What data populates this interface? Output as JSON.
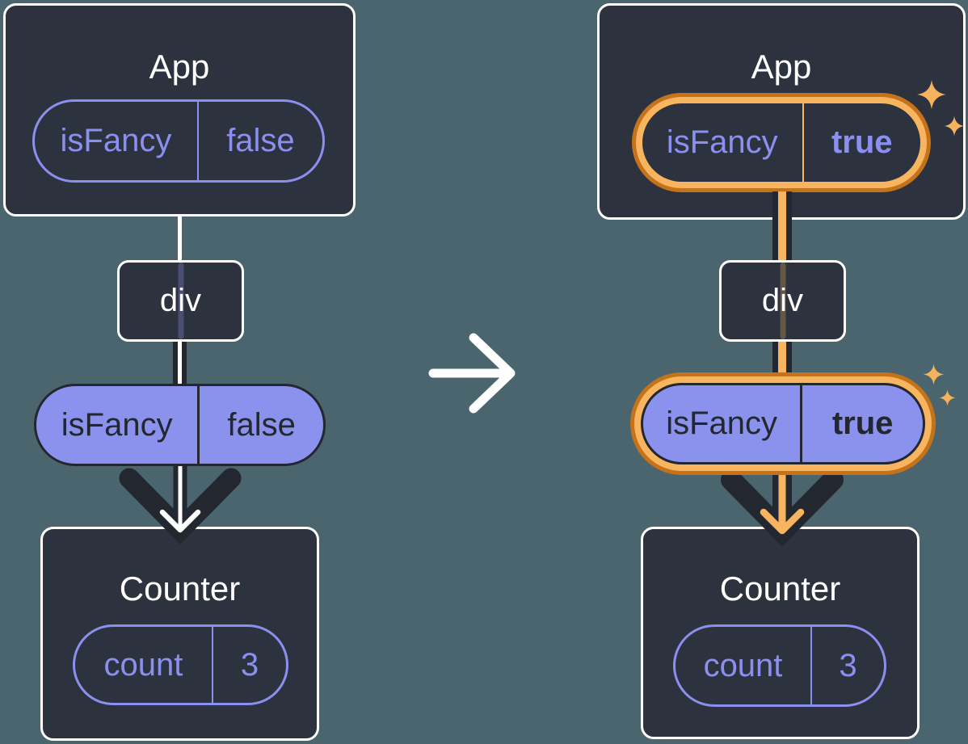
{
  "diagram_title": "Passing isFancy prop down the component tree (before and after state change)",
  "colors": {
    "background": "#4A656E",
    "card-bg": "#2D333E",
    "card-border": "#FFFFFF",
    "purple": "#8A8FF0",
    "purple-fill": "#8B92EE",
    "dark": "#23272F",
    "orange-dark": "#C4731B",
    "orange-light": "#F8B45E",
    "sparkle": "#F6B35F",
    "white": "#FFFFFF"
  },
  "icons": {
    "transition": "right-arrow-icon",
    "flow": "down-arrow-icon",
    "sparkle": "sparkle-icon"
  },
  "trees": {
    "left": {
      "app_title": "App",
      "app_prop": {
        "name": "isFancy",
        "value": "false"
      },
      "div_label": "div",
      "passed_prop": {
        "name": "isFancy",
        "value": "false"
      },
      "counter_title": "Counter",
      "counter_state": {
        "name": "count",
        "value": "3"
      }
    },
    "right": {
      "app_title": "App",
      "app_prop": {
        "name": "isFancy",
        "value": "true"
      },
      "div_label": "div",
      "passed_prop": {
        "name": "isFancy",
        "value": "true"
      },
      "counter_title": "Counter",
      "counter_state": {
        "name": "count",
        "value": "3"
      }
    }
  }
}
